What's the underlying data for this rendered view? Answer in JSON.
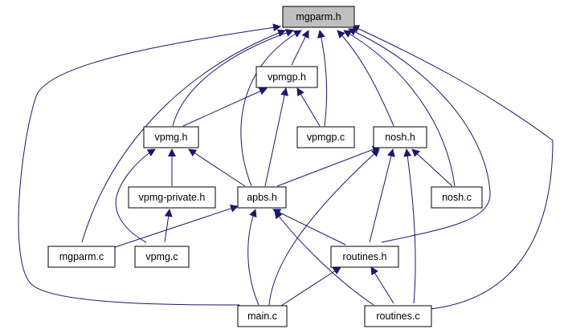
{
  "colors": {
    "edge": "#191970",
    "arrowhead": "#191970",
    "node_border": "#000000",
    "node_fill": "#ffffff",
    "root_fill": "#bfbfbf"
  },
  "nodes": {
    "mgparm_h": {
      "label": "mgparm.h"
    },
    "vpmgp_h": {
      "label": "vpmgp.h"
    },
    "vpmg_h": {
      "label": "vpmg.h"
    },
    "vpmgp_c": {
      "label": "vpmgp.c"
    },
    "nosh_h": {
      "label": "nosh.h"
    },
    "vpmg_private_h": {
      "label": "vpmg-private.h"
    },
    "apbs_h": {
      "label": "apbs.h"
    },
    "nosh_c": {
      "label": "nosh.c"
    },
    "mgparm_c": {
      "label": "mgparm.c"
    },
    "vpmg_c": {
      "label": "vpmg.c"
    },
    "routines_h": {
      "label": "routines.h"
    },
    "main_c": {
      "label": "main.c"
    },
    "routines_c": {
      "label": "routines.c"
    }
  }
}
